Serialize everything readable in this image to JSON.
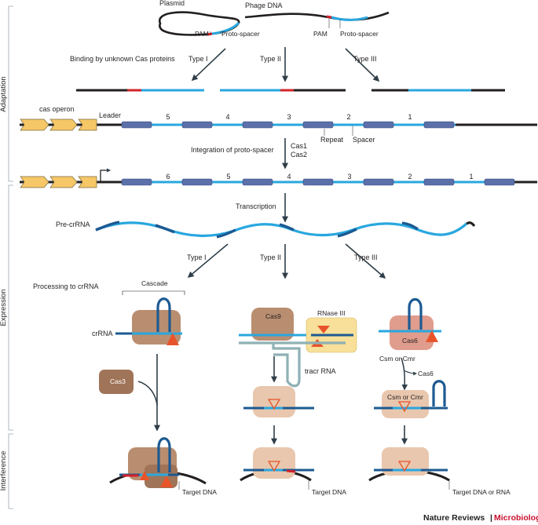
{
  "colors": {
    "dna": "#231f20",
    "spacer": "#29a7df",
    "repeat": "#5b6fa8",
    "pam": "#d2232a",
    "rna_dark": "#1c5a92",
    "rna_light": "#29a7df",
    "protein": "#b98e70",
    "protein_light": "#e8c7ae",
    "cas6": "#e09c8c",
    "rnase": "#f8e09a",
    "cas_gene": "#f6c767",
    "tracr": "#8fb1b5",
    "arrow": "#2f3e48"
  },
  "side_labels": {
    "adaptation": "Adaptation",
    "expression": "Expression",
    "interference": "Interference"
  },
  "adaptation": {
    "plasmid": "Plasmid",
    "phage": "Phage DNA",
    "pam_1": "PAM",
    "protospacer_1": "Proto-spacer",
    "pam_2": "PAM",
    "protospacer_2": "Proto-spacer",
    "binding": "Binding by unknown Cas proteins",
    "type_1": "Type I",
    "type_2": "Type II",
    "type_3": "Type III",
    "cas_operon": "cas operon",
    "leader": "Leader",
    "spacers_before": [
      "5",
      "4",
      "3",
      "2",
      "1"
    ],
    "repeat": "Repeat",
    "spacer": "Spacer",
    "integration": "Integration of proto-spacer",
    "cas1": "Cas1",
    "cas2": "Cas2",
    "spacers_after": [
      "6",
      "5",
      "4",
      "3",
      "2",
      "1"
    ]
  },
  "expression": {
    "transcription": "Transcription",
    "pre_crrna": "Pre-crRNA",
    "type_1": "Type I",
    "type_2": "Type II",
    "type_3": "Type III",
    "processing": "Processing to crRNA",
    "cascade": "Cascade",
    "crrna": "crRNA",
    "cas9": "Cas9",
    "rnase3": "RNase III",
    "cas6": "Cas6",
    "cas3": "Cas3",
    "tracr": "tracr RNA",
    "csm_or_cmr": "Csm or Cmr",
    "cas6_release": "Cas6",
    "csm_or_cmr_complex": "Csm or Cmr"
  },
  "interference": {
    "target_dna_1": "Target DNA",
    "target_dna_2": "Target DNA",
    "target_dna_rna": "Target DNA or RNA"
  },
  "credit": {
    "journal": "Nature Reviews",
    "separator": "|",
    "section": "Microbiology"
  }
}
